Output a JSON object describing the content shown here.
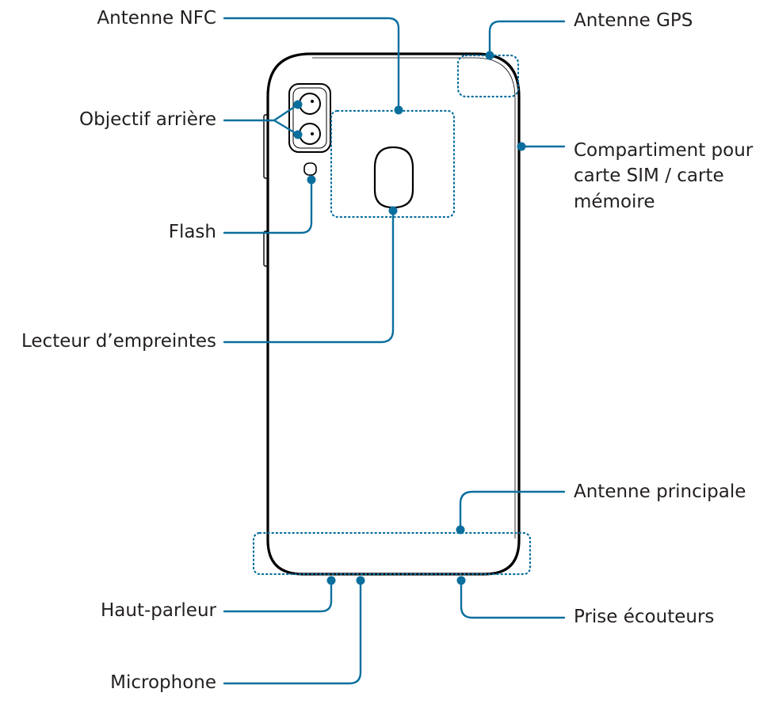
{
  "colors": {
    "leader": "#0b6f9e",
    "outline": "#000000",
    "text": "#231f20"
  },
  "labels": {
    "nfc_antenna": "Antenne NFC",
    "gps_antenna": "Antenne GPS",
    "rear_camera": "Objectif arrière",
    "sim_tray_line1": "Compartiment pour",
    "sim_tray_line2": "carte SIM / carte",
    "sim_tray_line3": "mémoire",
    "flash": "Flash",
    "fingerprint_sensor": "Lecteur d’empreintes",
    "main_antenna": "Antenne principale",
    "speaker": "Haut-parleur",
    "earphone_jack": "Prise écouteurs",
    "microphone": "Microphone"
  }
}
